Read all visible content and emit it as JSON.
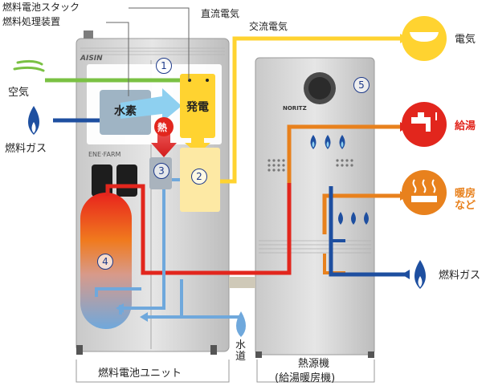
{
  "labels": {
    "fc_stack": "燃料電池スタック",
    "fuel_processor": "燃料処理装置",
    "dc_power": "直流電気",
    "ac_power": "交流電気",
    "air": "空気",
    "fuel_gas_left": "燃料ガス",
    "hydrogen": "水素",
    "generation": "発電",
    "heat": "熱",
    "electricity": "電気",
    "hot_water": "給湯",
    "heating": "暖房\nなど",
    "fuel_gas_right": "燃料ガス",
    "water_supply": "水\n道",
    "fc_unit": "燃料電池ユニット",
    "heat_source_line1": "熱源機",
    "heat_source_line2": "(給湯暖房機)",
    "brand_aisin": "AISIN",
    "brand_enefarm": "ENE·FARM",
    "brand_noritz": "NORITZ"
  },
  "numbers": {
    "n1": "1",
    "n2": "2",
    "n3": "3",
    "n4": "4",
    "n5": "5"
  },
  "colors": {
    "air": "#7ac143",
    "gas": "#1e4fa0",
    "hydrogen": "#8ed0f0",
    "electric": "#ffd330",
    "heat": "#e2261d",
    "hotwater": "#e8811d",
    "water": "#6fa8dc"
  },
  "icons": [
    "air-icon",
    "gas-flame-icon",
    "light-icon",
    "faucet-icon",
    "floor-heating-icon",
    "water-drop-icon",
    "burner-flame-icon"
  ]
}
